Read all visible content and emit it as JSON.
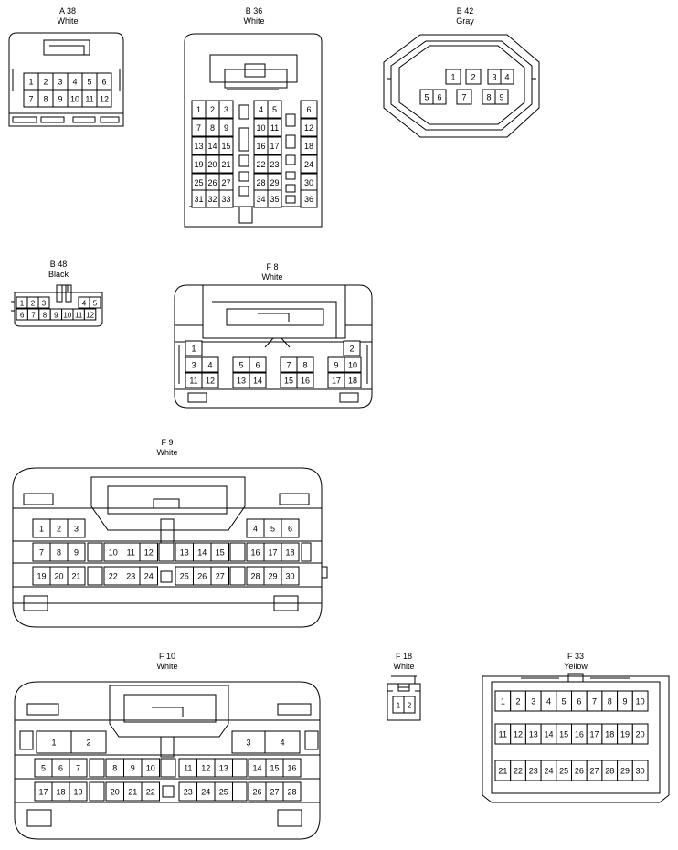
{
  "connectors": [
    {
      "id": "a38",
      "code": "A 38",
      "color": "White",
      "pins": [
        "1",
        "2",
        "3",
        "4",
        "5",
        "6",
        "7",
        "8",
        "9",
        "10",
        "11",
        "12"
      ]
    },
    {
      "id": "b36",
      "code": "B 36",
      "color": "White",
      "pins": [
        "1",
        "2",
        "3",
        "4",
        "5",
        "6",
        "7",
        "8",
        "9",
        "10",
        "11",
        "12",
        "13",
        "14",
        "15",
        "16",
        "17",
        "18",
        "19",
        "20",
        "21",
        "22",
        "23",
        "24",
        "25",
        "26",
        "27",
        "28",
        "29",
        "30",
        "31",
        "32",
        "33",
        "34",
        "35",
        "36"
      ]
    },
    {
      "id": "b42",
      "code": "B 42",
      "color": "Gray",
      "pins": [
        "1",
        "2",
        "3",
        "4",
        "5",
        "6",
        "7",
        "8",
        "9"
      ]
    },
    {
      "id": "b48",
      "code": "B 48",
      "color": "Black",
      "pins": [
        "1",
        "2",
        "3",
        "4",
        "5",
        "6",
        "7",
        "8",
        "9",
        "10",
        "11",
        "12"
      ]
    },
    {
      "id": "f8",
      "code": "F 8",
      "color": "White",
      "pins": [
        "1",
        "2",
        "3",
        "4",
        "5",
        "6",
        "7",
        "8",
        "9",
        "10",
        "11",
        "12",
        "13",
        "14",
        "15",
        "16",
        "17",
        "18"
      ]
    },
    {
      "id": "f9",
      "code": "F 9",
      "color": "White",
      "pins": [
        "1",
        "2",
        "3",
        "4",
        "5",
        "6",
        "7",
        "8",
        "9",
        "10",
        "11",
        "12",
        "13",
        "14",
        "15",
        "16",
        "17",
        "18",
        "19",
        "20",
        "21",
        "22",
        "23",
        "24",
        "25",
        "26",
        "27",
        "28",
        "29",
        "30"
      ]
    },
    {
      "id": "f10",
      "code": "F 10",
      "color": "White",
      "pins": [
        "1",
        "2",
        "3",
        "4",
        "5",
        "6",
        "7",
        "8",
        "9",
        "10",
        "11",
        "12",
        "13",
        "14",
        "15",
        "16",
        "17",
        "18",
        "19",
        "20",
        "21",
        "22",
        "23",
        "24",
        "25",
        "26",
        "27",
        "28"
      ]
    },
    {
      "id": "f18",
      "code": "F 18",
      "color": "White",
      "pins": [
        "1",
        "2"
      ]
    },
    {
      "id": "f33",
      "code": "F 33",
      "color": "Yellow",
      "pins": [
        "1",
        "2",
        "3",
        "4",
        "5",
        "6",
        "7",
        "8",
        "9",
        "10",
        "11",
        "12",
        "13",
        "14",
        "15",
        "16",
        "17",
        "18",
        "19",
        "20",
        "21",
        "22",
        "23",
        "24",
        "25",
        "26",
        "27",
        "28",
        "29",
        "30"
      ]
    }
  ]
}
